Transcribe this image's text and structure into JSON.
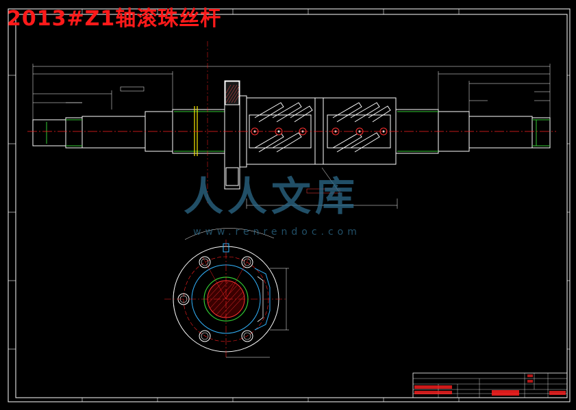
{
  "drawing": {
    "title": "2013#Z1轴滚珠丝杆",
    "watermark_text": "人人文库",
    "watermark_url": "www.renrendoc.com",
    "colors": {
      "background": "#000000",
      "border": "#ffffff",
      "title": "#ff1a1a",
      "centerline": "#ff2020",
      "green": "#33cc33",
      "cyan": "#33b5ff",
      "yellow": "#ffee00",
      "watermark": "#2d6a8a"
    }
  }
}
